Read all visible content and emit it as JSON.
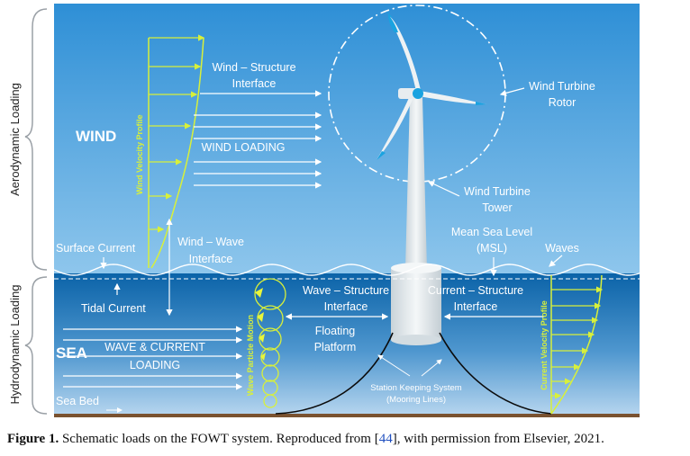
{
  "side_labels": {
    "aerodynamic": "Aerodynamic Loading",
    "hydrodynamic": "Hydrodynamic Loading"
  },
  "labels": {
    "wind": "WIND",
    "wind_profile": "Wind Velocity Profile",
    "wind_structure_1": "Wind – Structure",
    "wind_structure_2": "Interface",
    "wind_loading": "WIND LOADING",
    "rotor_1": "Wind Turbine",
    "rotor_2": "Rotor",
    "tower_1": "Wind Turbine",
    "tower_2": "Tower",
    "msl_1": "Mean Sea Level",
    "msl_2": "(MSL)",
    "waves": "Waves",
    "surface_current": "Surface Current",
    "wind_wave_1": "Wind – Wave",
    "wind_wave_2": "Interface",
    "tidal_current": "Tidal Current",
    "wave_structure_1": "Wave – Structure",
    "wave_structure_2": "Interface",
    "current_structure_1": "Current – Structure",
    "current_structure_2": "Interface",
    "floating_1": "Floating",
    "floating_2": "Platform",
    "sea": "SEA",
    "wave_current_1": "WAVE & CURRENT",
    "wave_current_2": "LOADING",
    "wave_particle": "Wave Particle Motion",
    "mooring_1": "Station Keeping System",
    "mooring_2": "(Mooring Lines)",
    "current_profile": "Current Velocity Profile",
    "sea_bed": "Sea Bed"
  },
  "caption": {
    "figure": "Figure 1.",
    "text_before": " Schematic loads on the FOWT system. Reproduced from [",
    "ref": "44",
    "text_after": "], with permission from Elsevier, 2021."
  },
  "colors": {
    "sky_top": "#2e8fd6",
    "sky_bottom": "#8ec6ec",
    "sea_top": "#0b63a8",
    "sea_bottom": "#b7d6ef",
    "profile": "#d8f03a",
    "turbine": "#eef2f4",
    "blade_tip": "#1aa3e0"
  }
}
